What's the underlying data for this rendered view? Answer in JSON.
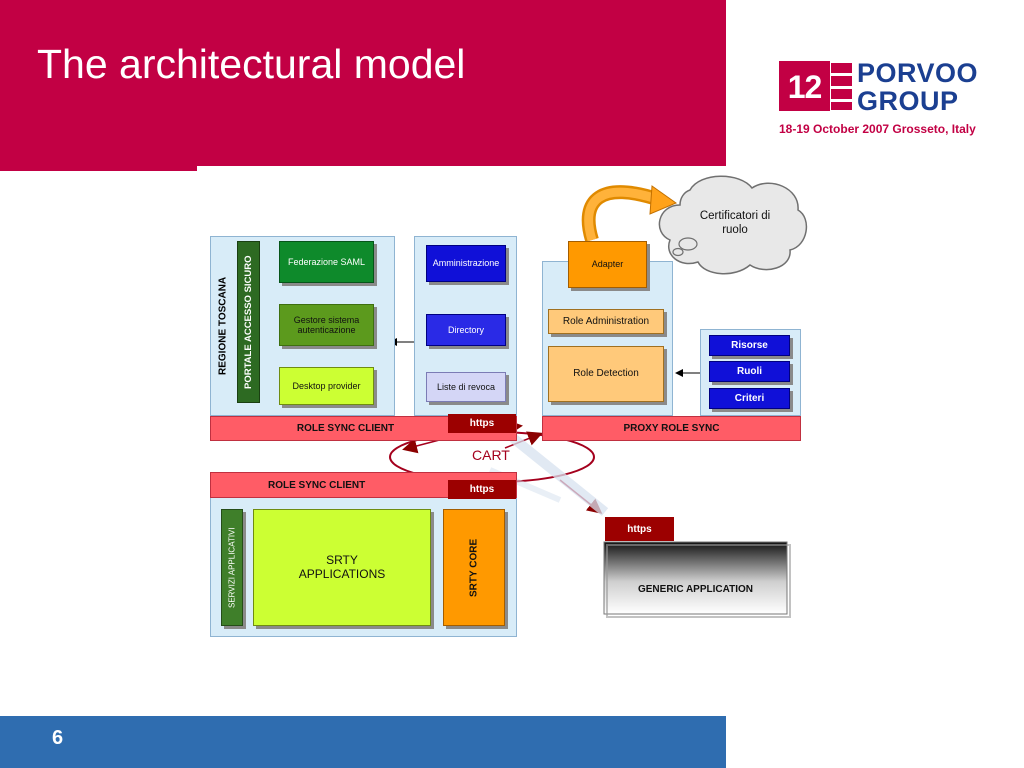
{
  "slide": {
    "title": "The architectural model",
    "page_number": "6"
  },
  "logo": {
    "number": "12",
    "line1": "PORVOO",
    "line2": "GROUP",
    "event": "18-19 October 2007 Grosseto, Italy"
  },
  "colors": {
    "accent": "#c20044",
    "footer": "#2f6db0",
    "logo_text": "#1b3f91"
  },
  "diagram": {
    "left_panel": {
      "vertical_label_outer": "REGIONE TOSCANA",
      "vertical_label_inner": "PORTALE ACCESSO SICURO",
      "box_federazione": "Federazione SAML",
      "box_gestore": "Gestore sistema autenticazione",
      "box_desktop": "Desktop provider"
    },
    "middle_panel": {
      "box_amministrazione": "Amministrazione",
      "box_directory": "Directory",
      "box_liste": "Liste di revoca"
    },
    "right_panel": {
      "box_adapter": "Adapter",
      "box_role_admin": "Role Administration",
      "box_role_detection": "Role Detection"
    },
    "resources_panel": {
      "risorse": "Risorse",
      "ruoli": "Ruoli",
      "criteri": "Criteri"
    },
    "cloud": "Certificatori di ruolo",
    "role_sync_client_top": "ROLE SYNC CLIENT",
    "https_top": "https",
    "proxy_role_sync": "PROXY ROLE SYNC",
    "cart": "CART",
    "bottom_panel": {
      "role_sync_client": "ROLE SYNC CLIENT",
      "https": "https",
      "servizi": "SERVIZI APPLICATIVI",
      "srty_applications": "SRTY APPLICATIONS",
      "srty_core": "SRTY CORE"
    },
    "generic": {
      "https": "https",
      "label": "GENERIC APPLICATION"
    }
  }
}
